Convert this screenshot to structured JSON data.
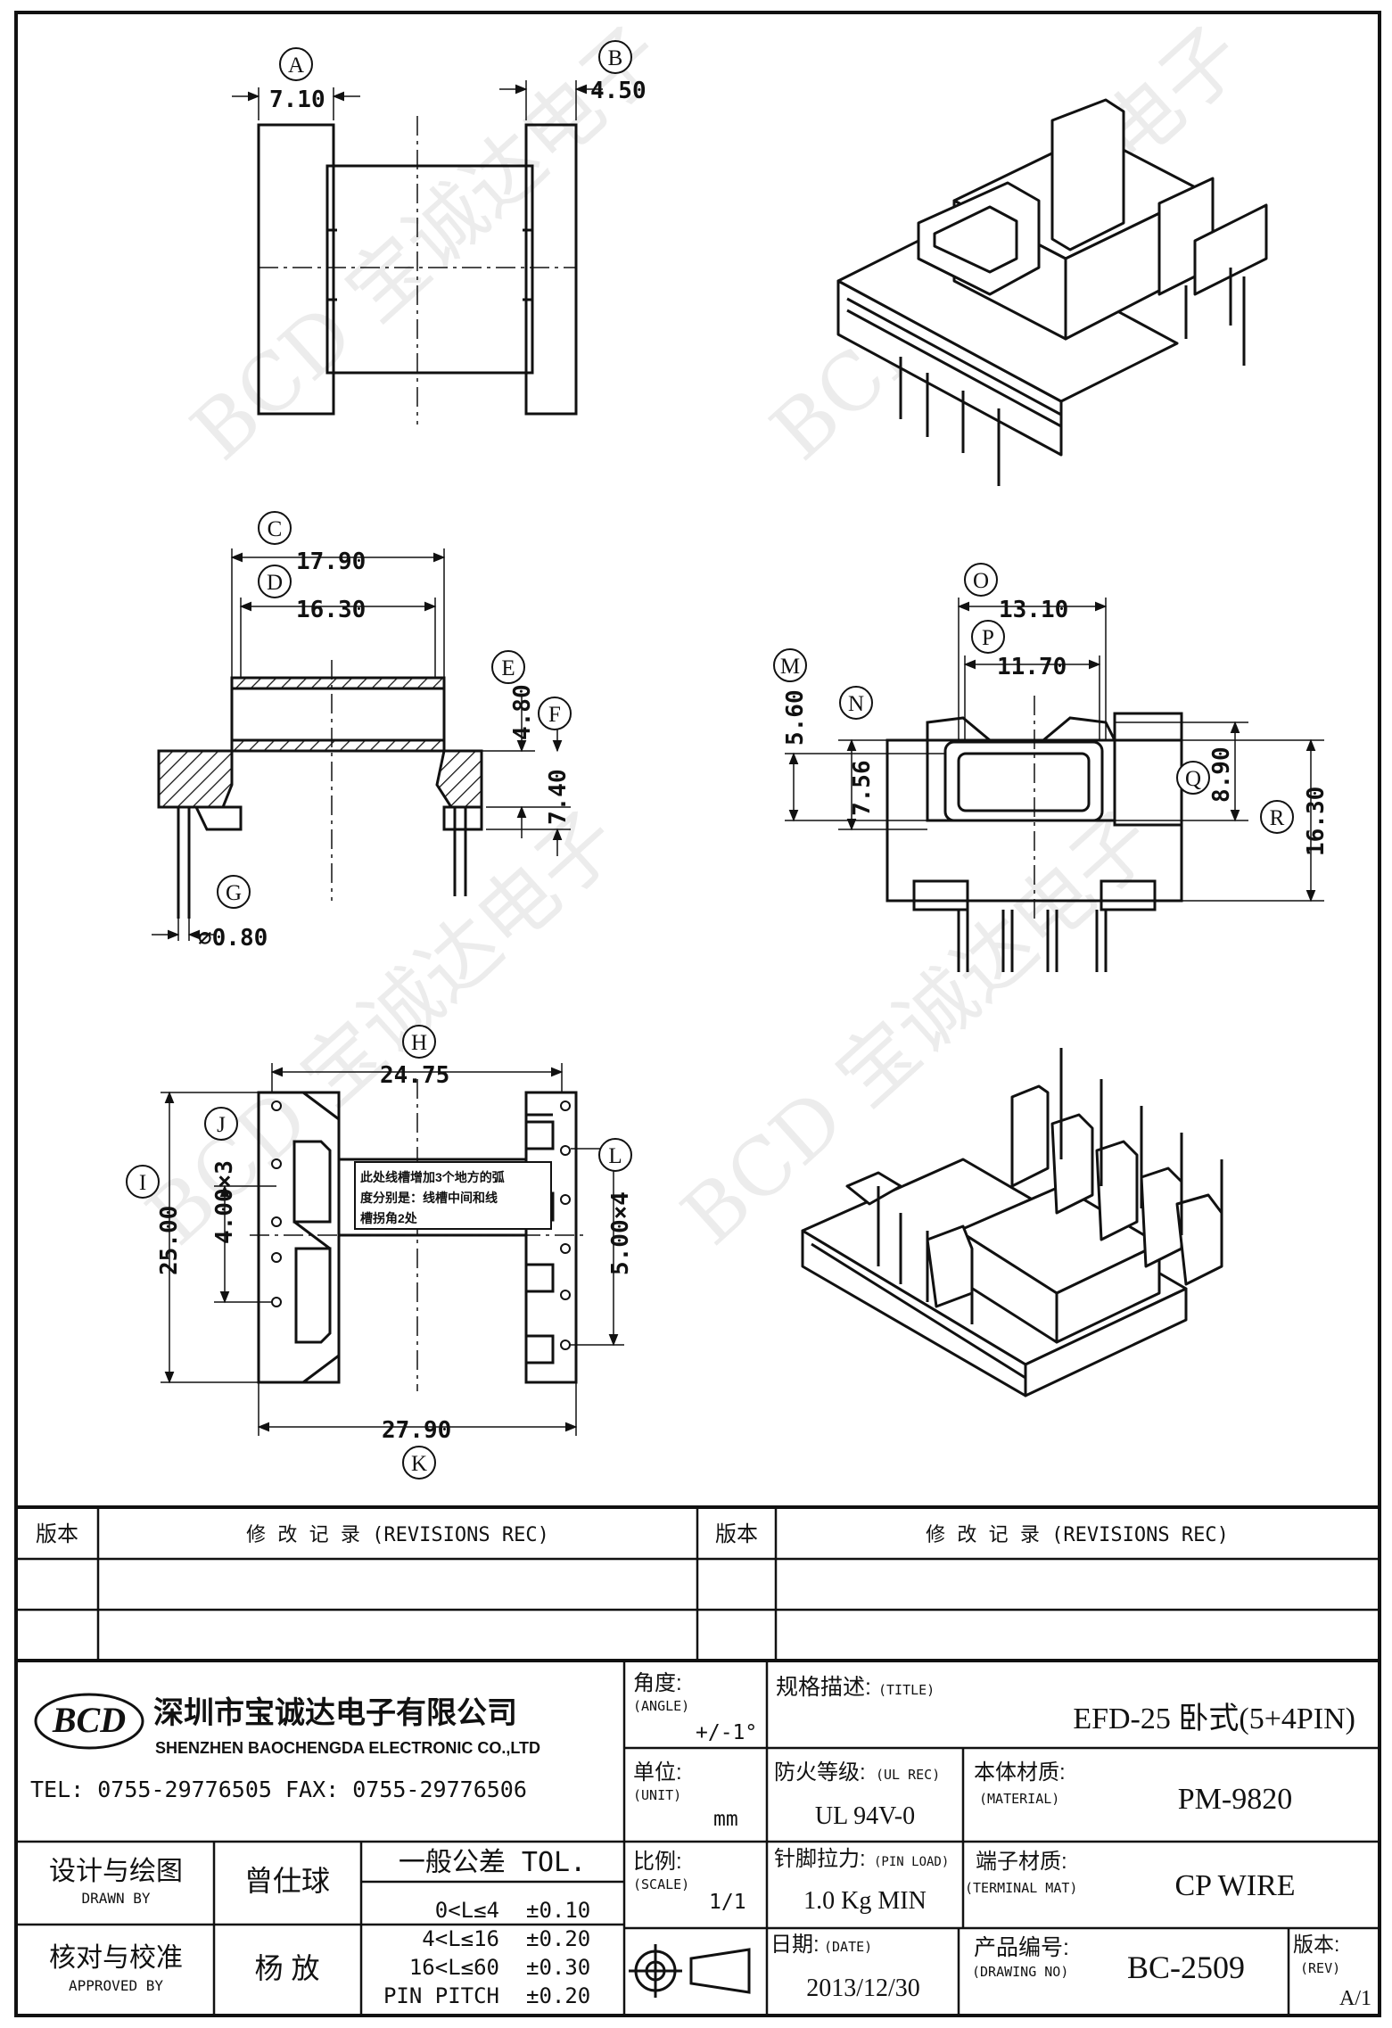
{
  "dimensions": {
    "A": "7.10",
    "B": "4.50",
    "C": "17.90",
    "D": "16.30",
    "E": "4.80",
    "F": "7.40",
    "G": "⌀0.80",
    "H": "24.75",
    "I": "25.00",
    "J": "4.00×3",
    "K": "27.90",
    "L": "5.00×4",
    "M": "5.60",
    "N": "7.56",
    "O": "13.10",
    "P": "11.70",
    "Q": "8.90",
    "R": "16.30"
  },
  "callouts": [
    "A",
    "B",
    "C",
    "D",
    "E",
    "F",
    "G",
    "H",
    "I",
    "J",
    "K",
    "L",
    "M",
    "N",
    "O",
    "P",
    "Q",
    "R"
  ],
  "note": [
    "此处线槽增加3个地方的弧",
    "度分别是：线槽中间和线",
    "槽拐角2处"
  ],
  "watermark": "BCD 宝诚达电子",
  "title_block": {
    "rev_header_left": "版本",
    "rev_header_mid": "修  改  记  录  (REVISIONS REC)",
    "rev_header_right": "版本",
    "rev_header_mid2": "修  改  记  录  (REVISIONS REC)",
    "logo": "BCD",
    "company_cn": "深圳市宝诚达电子有限公司",
    "company_en": "SHENZHEN BAOCHENGDA ELECTRONIC CO.,LTD",
    "tel_fax": "TEL: 0755-29776505   FAX: 0755-29776506",
    "angle_label": "角度:",
    "angle_label_en": "(ANGLE)",
    "angle_value": "+/-1°",
    "unit_label": "单位:",
    "unit_label_en": "(UNIT)",
    "unit_value": "mm",
    "scale_label": "比例:",
    "scale_label_en": "(SCALE)",
    "scale_value": "1/1",
    "title_label": "规格描述:",
    "title_label_en": "(TITLE)",
    "title_value": "EFD-25 卧式(5+4PIN)",
    "ul_label": "防火等级:",
    "ul_label_en": "(UL REC)",
    "ul_value": "UL 94V-0",
    "material_label": "本体材质:",
    "material_label_en": "(MATERIAL)",
    "material_value": "PM-9820",
    "pinload_label": "针脚拉力:",
    "pinload_label_en": "(PIN LOAD)",
    "pinload_value": "1.0 Kg MIN",
    "terminal_label": "端子材质:",
    "terminal_label_en": "(TERMINAL MAT)",
    "terminal_value": "CP WIRE",
    "date_label": "日期:",
    "date_label_en": "(DATE)",
    "date_value": "2013/12/30",
    "drawing_label": "产品编号:",
    "drawing_label_en": "(DRAWING NO)",
    "drawing_value": "BC-2509",
    "rev_label": "版本:",
    "rev_label_en": "(REV)",
    "rev_value": "A/1",
    "drawn_label": "设计与绘图",
    "drawn_label_en": "DRAWN BY",
    "drawn_name": "曾仕球",
    "approved_label": "核对与校准",
    "approved_label_en": "APPROVED BY",
    "approved_name": "杨  放",
    "tol_title": "一般公差 TOL.",
    "tolerances": [
      {
        "range": "0<L≤4",
        "value": "±0.10"
      },
      {
        "range": "4<L≤16",
        "value": "±0.20"
      },
      {
        "range": "16<L≤60",
        "value": "±0.30"
      },
      {
        "range": "PIN PITCH",
        "value": "±0.20"
      }
    ]
  }
}
